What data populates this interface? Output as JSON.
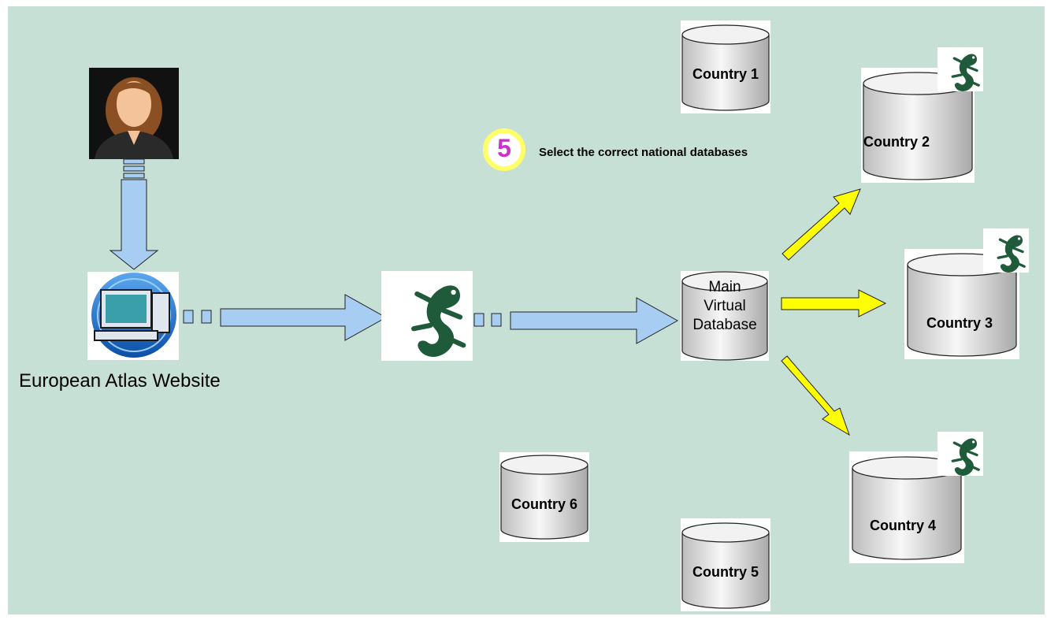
{
  "diagram": {
    "background_color": "#c7e0d6",
    "step_number": "5",
    "step_text": "Select the correct national databases",
    "website_label": "European Atlas Website",
    "main_db": {
      "line1": "Main",
      "line2": "Virtual",
      "line3": "Database"
    },
    "countries": [
      {
        "label": "Country 1",
        "has_gecko": false
      },
      {
        "label": "Country 2",
        "has_gecko": true
      },
      {
        "label": "Country 3",
        "has_gecko": true
      },
      {
        "label": "Country 4",
        "has_gecko": true
      },
      {
        "label": "Country 5",
        "has_gecko": false
      },
      {
        "label": "Country 6",
        "has_gecko": false
      }
    ],
    "colors": {
      "flow_arrow": "#a7cdf2",
      "selection_arrow": "#ffff00",
      "step_circle": "#ffff66",
      "step_digit": "#cc33cc",
      "gecko": "#1f5a3a"
    },
    "icons": [
      "user-avatar-icon",
      "computer-globe-icon",
      "gecko-icon",
      "database-icon"
    ]
  }
}
